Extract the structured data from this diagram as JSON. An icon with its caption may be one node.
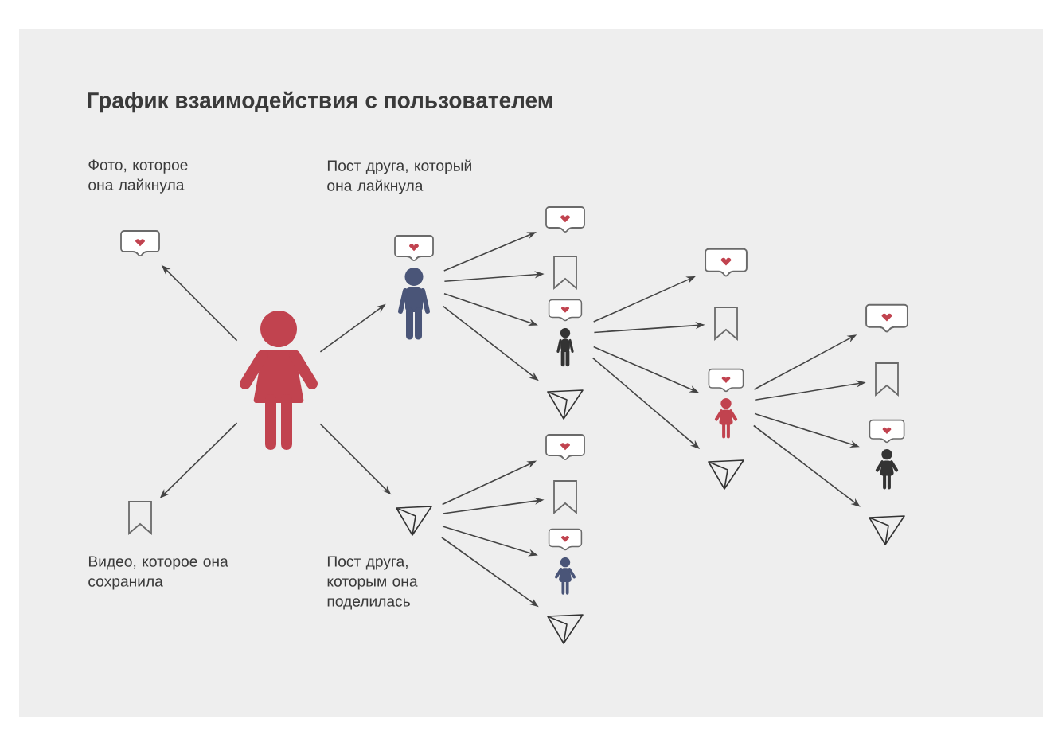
{
  "diagram": {
    "title": "График взаимодействия с пользователем",
    "nodes": [
      {
        "text": [],
        "shape": "person"
      },
      {
        "text": [
          "Фото, которое она лайкнула"
        ]
      },
      {
        "text": [
          "Пост друга, который она лайкнула"
        ]
      },
      {
        "text": [
          "Видео, которое она сохранила"
        ]
      },
      {
        "text": [
          "Пост друга, которым она поделилась"
        ]
      },
      {
        "text": [],
        "shape": "bubble"
      },
      {
        "text": [],
        "shape": "bookmark"
      },
      {
        "text": [],
        "shape": "person"
      },
      {
        "text": [],
        "shape": "plane"
      },
      {
        "text": [],
        "shape": "bubble"
      },
      {
        "text": [],
        "shape": "bookmark"
      },
      {
        "text": [],
        "shape": "person"
      },
      {
        "text": [],
        "shape": "plane"
      },
      {
        "text": [],
        "shape": "bubble"
      },
      {
        "text": [],
        "shape": "bookmark"
      },
      {
        "text": [],
        "shape": "person"
      },
      {
        "text": [],
        "shape": "plane"
      },
      {
        "text": [],
        "shape": "bubble"
      },
      {
        "text": [],
        "shape": "bookmark"
      },
      {
        "text": [],
        "shape": "person"
      },
      {
        "text": [],
        "shape": "plane"
      }
    ],
    "edges": [
      {
        "from": 0,
        "to": 1,
        "arrow": "to"
      },
      {
        "from": 0,
        "to": 2,
        "arrow": "to"
      },
      {
        "from": 0,
        "to": 3,
        "arrow": "to"
      },
      {
        "from": 0,
        "to": 4,
        "arrow": "to"
      },
      {
        "from": 2,
        "to": 5,
        "arrow": "to"
      },
      {
        "from": 2,
        "to": 6,
        "arrow": "to"
      },
      {
        "from": 2,
        "to": 7,
        "arrow": "to"
      },
      {
        "from": 2,
        "to": 8,
        "arrow": "to"
      },
      {
        "from": 4,
        "to": 9,
        "arrow": "to"
      },
      {
        "from": 4,
        "to": 10,
        "arrow": "to"
      },
      {
        "from": 4,
        "to": 11,
        "arrow": "to"
      },
      {
        "from": 4,
        "to": 12,
        "arrow": "to"
      },
      {
        "from": 7,
        "to": 13,
        "arrow": "to"
      },
      {
        "from": 7,
        "to": 14,
        "arrow": "to"
      },
      {
        "from": 7,
        "to": 15,
        "arrow": "to"
      },
      {
        "from": 7,
        "to": 16,
        "arrow": "to"
      },
      {
        "from": 15,
        "to": 17,
        "arrow": "to"
      },
      {
        "from": 15,
        "to": 18,
        "arrow": "to"
      },
      {
        "from": 15,
        "to": 19,
        "arrow": "to"
      },
      {
        "from": 15,
        "to": 20,
        "arrow": "to"
      }
    ]
  }
}
